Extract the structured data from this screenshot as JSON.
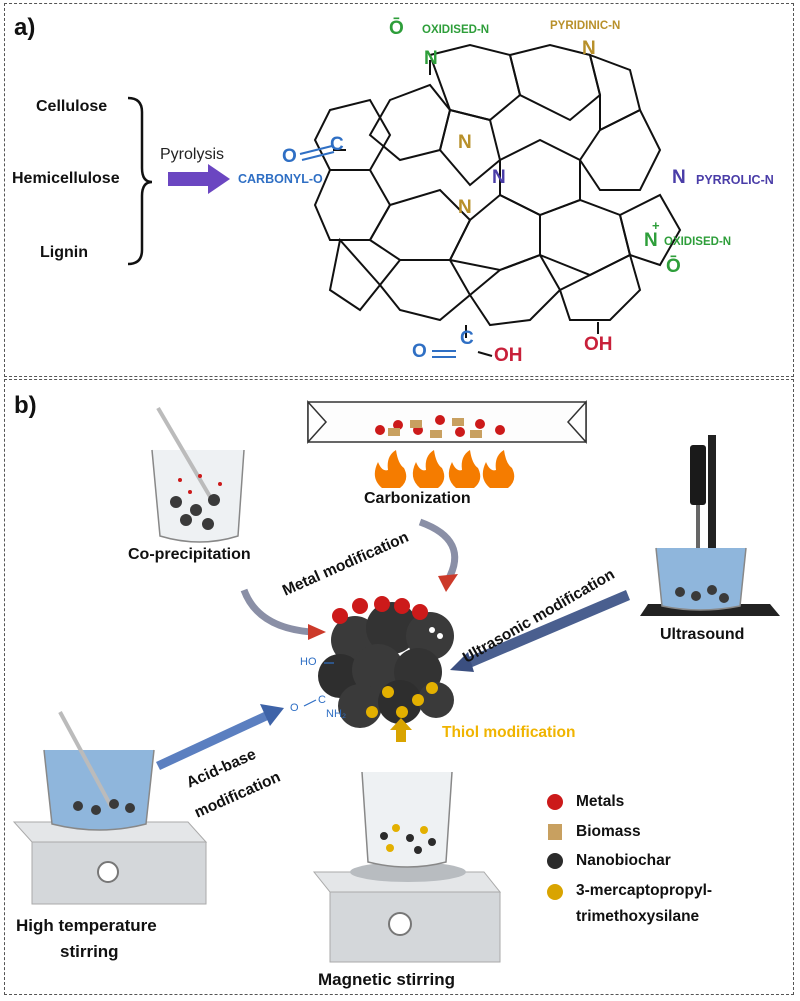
{
  "panel_a": {
    "label": "a)",
    "sources": [
      "Cellulose",
      "Hemicellulose",
      "Lignin"
    ],
    "process": "Pyrolysis",
    "groups": {
      "oxidised_n_top": "OXIDISED-N",
      "pyridinic_n": "PYRIDINIC-N",
      "carbonyl_o": "CARBONYL-O",
      "pyrrolic_n": "PYRROLIC-N",
      "oxidised_n_right": "OXIDISED-N"
    },
    "atoms": {
      "n": "N",
      "o": "O",
      "c": "C",
      "oh": "OH",
      "o_minus": "Ō",
      "plus": "+"
    }
  },
  "panel_b": {
    "label": "b)",
    "methods": {
      "carbonization": "Carbonization",
      "coprecipitation": "Co-precipitation",
      "ultrasound": "Ultrasound",
      "high_temp_stirring_1": "High temperature",
      "high_temp_stirring_2": "stirring",
      "magnetic_stirring": "Magnetic stirring"
    },
    "modifications": {
      "metal": "Metal modification",
      "ultrasonic": "Ultrasonic modification",
      "acid_base_1": "Acid-base",
      "acid_base_2": "modification",
      "thiol": "Thiol modification"
    },
    "surface_groups": {
      "ho": "HO",
      "amide_o": "O",
      "amide_c": "C",
      "amide_nh2": "NH₂"
    },
    "legend": [
      {
        "label": "Metals",
        "color": "#cc1a1a"
      },
      {
        "label": "Biomass",
        "color": "#c8a060"
      },
      {
        "label": "Nanobiochar",
        "color": "#2b2b2b"
      },
      {
        "label": "3-mercaptopropyl-",
        "color": "#d9a400"
      },
      {
        "label": "trimethoxysilane",
        "color": ""
      }
    ]
  },
  "colors": {
    "oxidised_n": "#2e9e3a",
    "pyridinic_n": "#b8902a",
    "carbonyl_o": "#2f6fc4",
    "pyrrolic_n": "#4a3da8",
    "hydroxyl": "#c8203a",
    "thiol": "#f0b400",
    "arrow_purple": "#6b46c1"
  }
}
